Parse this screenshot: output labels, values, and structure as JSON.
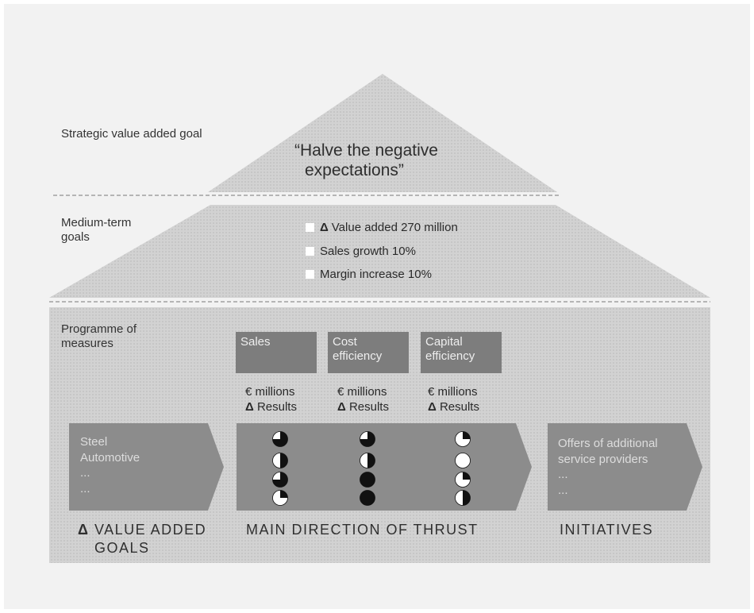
{
  "roof": {
    "label": "Strategic value added goal",
    "quote_line1": "“Halve the negative",
    "quote_line2": "expectations”"
  },
  "middle": {
    "label_line1": "Medium-term",
    "label_line2": "goals",
    "goals": [
      {
        "delta": "Δ",
        "text": "Value added 270 million"
      },
      {
        "delta": "",
        "text": "Sales growth 10%"
      },
      {
        "delta": "",
        "text": "Margin increase 10%"
      }
    ]
  },
  "base": {
    "label_line1": "Programme of",
    "label_line2": "measures",
    "categories": [
      {
        "line1": "Sales",
        "line2": ""
      },
      {
        "line1": "Cost",
        "line2": "efficiency"
      },
      {
        "line1": "Capital",
        "line2": "efficiency"
      }
    ],
    "unit_line1": "€ millions",
    "unit_delta": "Δ",
    "unit_line2": "Results",
    "left_arrow_items": [
      "Steel",
      "Automotive",
      "...",
      "..."
    ],
    "right_arrow_items": [
      "Offers of additional",
      "service providers",
      "...",
      "..."
    ],
    "caption_value_delta": "Δ",
    "caption_value_line1": "VALUE ADDED",
    "caption_value_line2": "GOALS",
    "caption_thrust": "MAIN DIRECTION OF THRUST",
    "caption_initiatives": "INITIATIVES"
  },
  "harvey_levels": [
    [
      0.75,
      0.5,
      0.75,
      0.25
    ],
    [
      0.75,
      0.5,
      1.0,
      1.0
    ],
    [
      0.25,
      0.0,
      0.25,
      0.5
    ]
  ],
  "colors": {
    "panel": "#d0d0d0",
    "roof": "#cbcbcb",
    "dark_box": "#7d7d7d",
    "arrow": "#8c8c8c",
    "circle_fill": "#111111",
    "dashes": "#b5b5b5"
  }
}
